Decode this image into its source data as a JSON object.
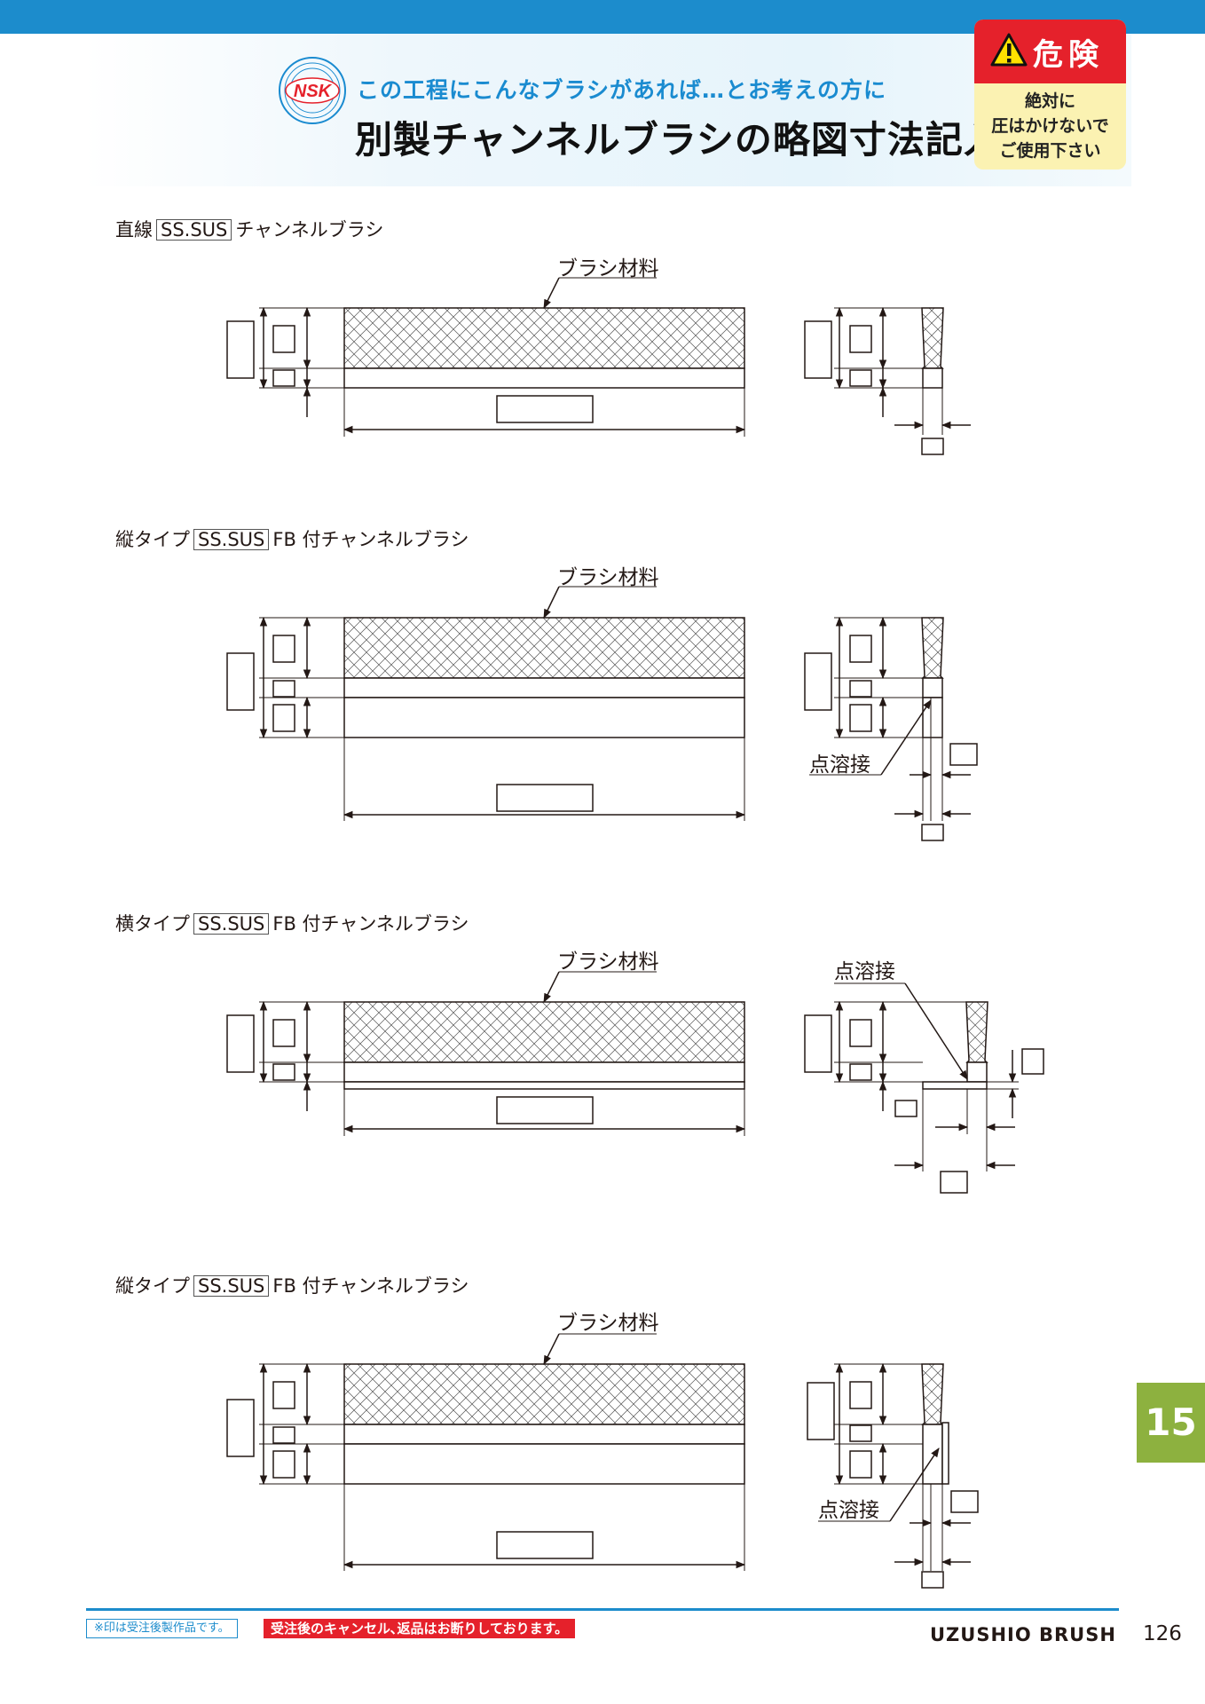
{
  "header": {
    "logo": "NSK",
    "subtitle": "この工程にこんなブラシがあれば…とお考えの方に",
    "title": "別製チャンネルブラシの略図寸法記入欄",
    "danger_icon": "warning-triangle-icon",
    "danger_label": "危険",
    "danger_lines": [
      "絶対に",
      "圧はかけないで",
      "ご使用下さい"
    ]
  },
  "sections": [
    {
      "prefix": "直線",
      "box": "SS.SUS",
      "suffix": "チャンネルブラシ",
      "material": "ブラシ材料",
      "weld": ""
    },
    {
      "prefix": "縦タイプ",
      "box": "SS.SUS",
      "suffix": "FB 付チャンネルブラシ",
      "material": "ブラシ材料",
      "weld": "点溶接"
    },
    {
      "prefix": "横タイプ",
      "box": "SS.SUS",
      "suffix": "FB 付チャンネルブラシ",
      "material": "ブラシ材料",
      "weld": "点溶接"
    },
    {
      "prefix": "縦タイプ",
      "box": "SS.SUS",
      "suffix": "FB 付チャンネルブラシ",
      "material": "ブラシ材料",
      "weld": "点溶接"
    }
  ],
  "side_tab": "15",
  "footer": {
    "note_made_to_order": "※印は受注後製作品です。",
    "note_no_cancel": "受注後のキャンセル､返品はお断りしております。",
    "brand": "UZUSHIO BRUSH",
    "page_number": "126"
  },
  "colors": {
    "accent_blue": "#1c8ccc",
    "danger_red": "#e5212b",
    "danger_bg": "#fbf2b2",
    "tab_green": "#8db13f"
  }
}
